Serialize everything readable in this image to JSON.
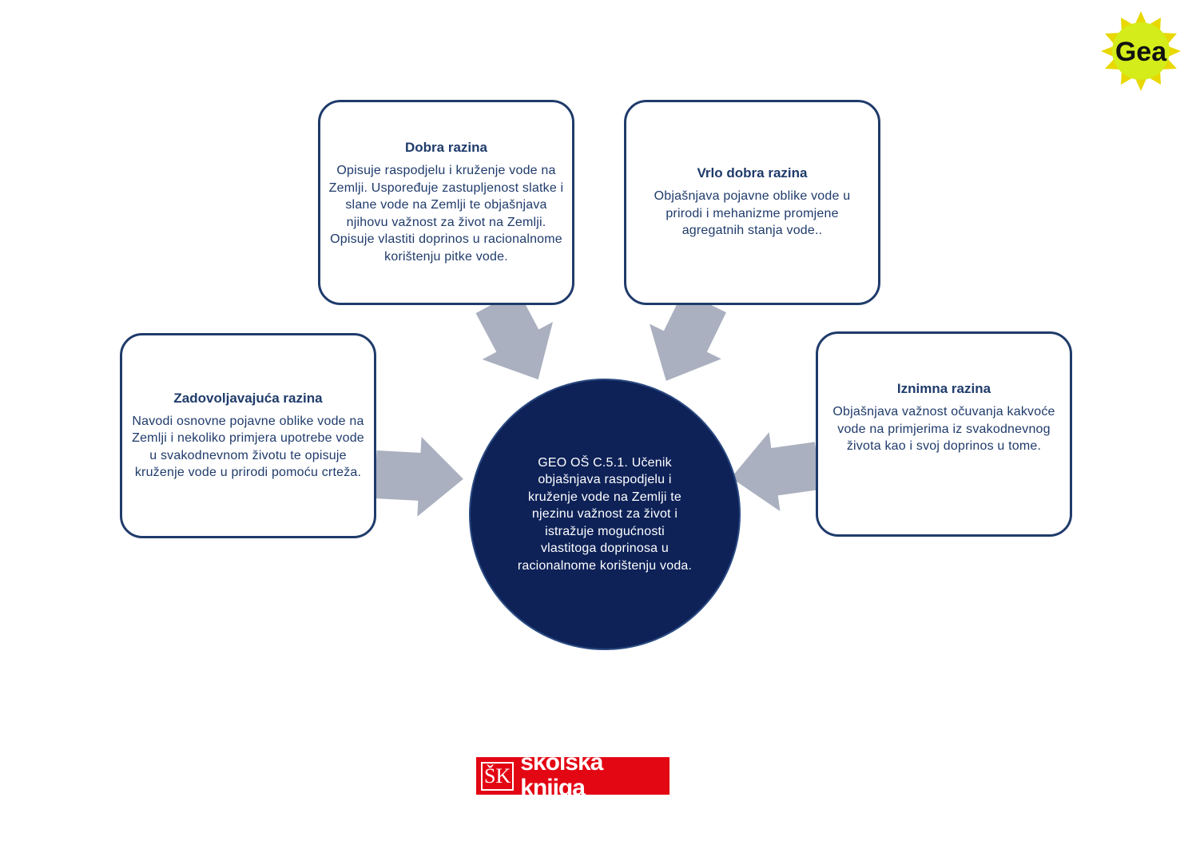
{
  "logos": {
    "gea": "Gea",
    "publisher_mark": "ŠK",
    "publisher": "školska knjiga"
  },
  "center": {
    "text": "GEO OŠ C.5.1. Učenik objašnjava raspodjelu i kruženje vode na Zemlji te njezinu važnost za život i istražuje mogućnosti vlastitoga doprinosa u racionalnome korištenju voda."
  },
  "levels": {
    "zadovoljavajuca": {
      "title": "Zadovoljavajuća razina",
      "text": "Navodi osnovne pojavne oblike vode na Zemlji i nekoliko primjera upotrebe vode u svakodnevnom životu te opisuje kruženje vode u prirodi pomoću crteža."
    },
    "dobra": {
      "title": "Dobra razina",
      "text": "Opisuje raspodjelu i kruženje vode na Zemlji. Uspoređuje zastupljenost slatke i slane vode na Zemlji te objašnjava njihovu važnost za život na Zemlji. Opisuje vlastiti doprinos u racionalnome korištenju pitke vode."
    },
    "vrlo_dobra": {
      "title": "Vrlo dobra razina",
      "text": "Objašnjava pojavne oblike vode u prirodi i mehanizme promjene agregatnih stanja vode.."
    },
    "iznimna": {
      "title": "Iznimna razina",
      "text": "Objašnjava važnost očuvanja kakvoće vode na primjerima iz svakodnevnog života kao i svoj doprinos u tome."
    }
  }
}
